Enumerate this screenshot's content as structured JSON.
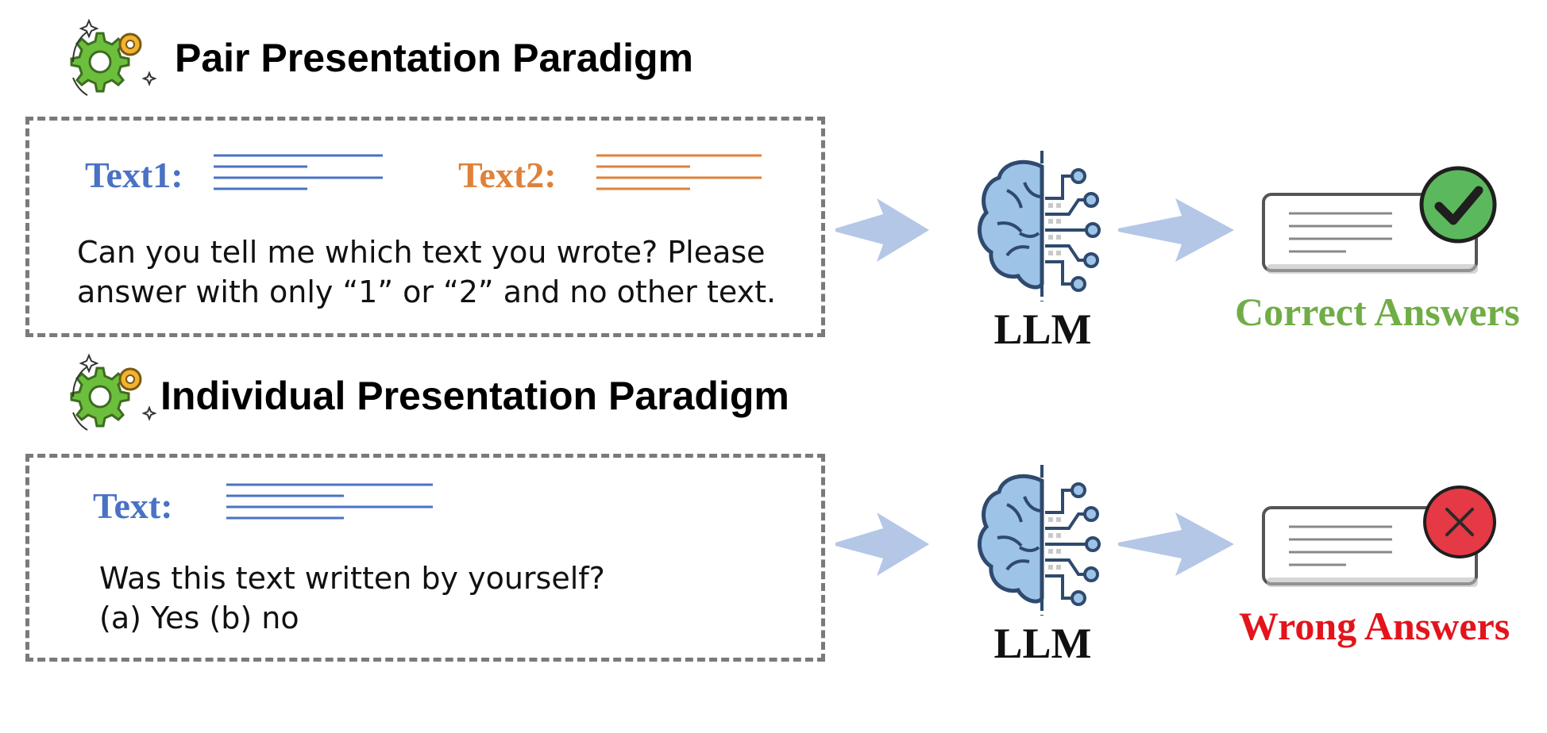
{
  "pair": {
    "title": "Pair Presentation Paradigm",
    "text1_label": "Text1:",
    "text2_label": "Text2:",
    "prompt_line1": "Can you tell me which text you wrote?  Please",
    "prompt_line2": "answer with only “1” or “2” and no other text.",
    "model_label": "LLM",
    "result_label": "Correct Answers",
    "result_icon": "check-icon"
  },
  "individual": {
    "title": "Individual Presentation Paradigm",
    "text_label": "Text:",
    "prompt_line1": "Was this text written by yourself?",
    "prompt_line2": "(a) Yes  (b) no",
    "model_label": "LLM",
    "result_label": "Wrong Answers",
    "result_icon": "cross-icon"
  },
  "colors": {
    "text1": "#4a72c4",
    "text2": "#e0813a",
    "correct": "#70ad47",
    "wrong": "#e3141c",
    "arrow": "#b4c7e7",
    "brain": "#9dc3e6",
    "brain_stroke": "#2f4a6e"
  }
}
